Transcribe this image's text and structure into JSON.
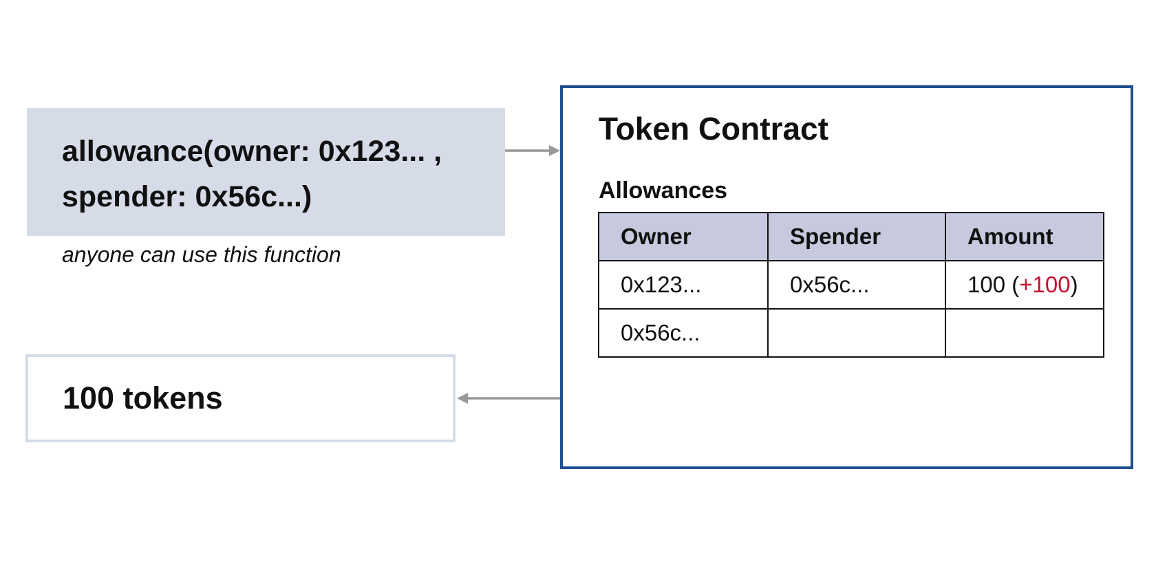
{
  "call": {
    "line1": "allowance(owner: 0x123... ,",
    "line2": "spender: 0x56c...)",
    "note": "anyone can use this function"
  },
  "result": {
    "text": "100 tokens"
  },
  "contract": {
    "title": "Token Contract",
    "section_label": "Allowances",
    "table": {
      "headers": [
        "Owner",
        "Spender",
        "Amount"
      ],
      "rows": [
        {
          "owner": "0x123...",
          "spender": "0x56c...",
          "amount": "100",
          "amount_open": " (",
          "amount_delta": "+100",
          "amount_close": ")"
        },
        {
          "owner": "0x56c...",
          "spender": "",
          "amount": ""
        }
      ]
    }
  },
  "colors": {
    "call_box_fill": "#d6dbe8",
    "result_box_border": "#d6dbe8",
    "contract_border": "#1f4f8f",
    "table_header_fill": "#c7cade",
    "arrow": "#999999",
    "delta_text": "#c8102e"
  }
}
